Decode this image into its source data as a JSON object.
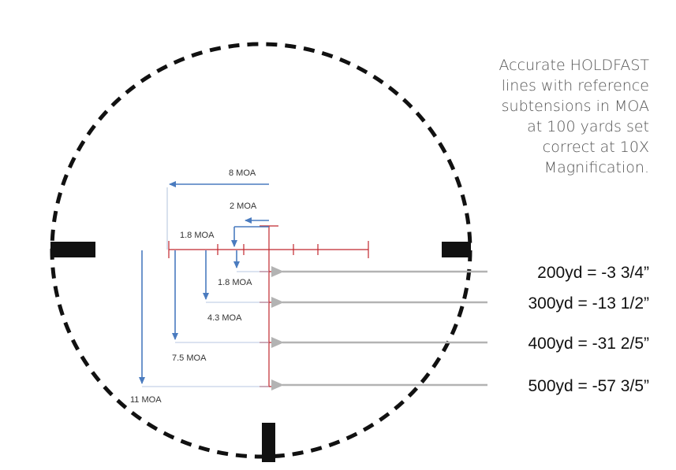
{
  "description": {
    "lines": [
      "Accurate HOLDFAST",
      "lines with reference",
      "subtensions in MOA",
      "at 100 yards set",
      "correct at 10X",
      "Magnification."
    ]
  },
  "moa_labels": {
    "top_8": "8 MOA",
    "top_2": "2 MOA",
    "left_1_8": "1.8 MOA",
    "drop_1_8": "1.8 MOA",
    "drop_4_3": "4.3 MOA",
    "drop_7_5": "7.5 MOA",
    "drop_11": "11 MOA"
  },
  "holdovers": [
    {
      "text": "200yd = -3 3/4”"
    },
    {
      "text": "300yd = -13 1/2”"
    },
    {
      "text": "400yd = -31 2/5”"
    },
    {
      "text": "500yd = -57 3/5”"
    }
  ],
  "colors": {
    "reticle": "#c0272d",
    "arrow_blue": "#4a7bbf",
    "pointer_gray": "#b3b3b3",
    "frame": "#111111"
  }
}
